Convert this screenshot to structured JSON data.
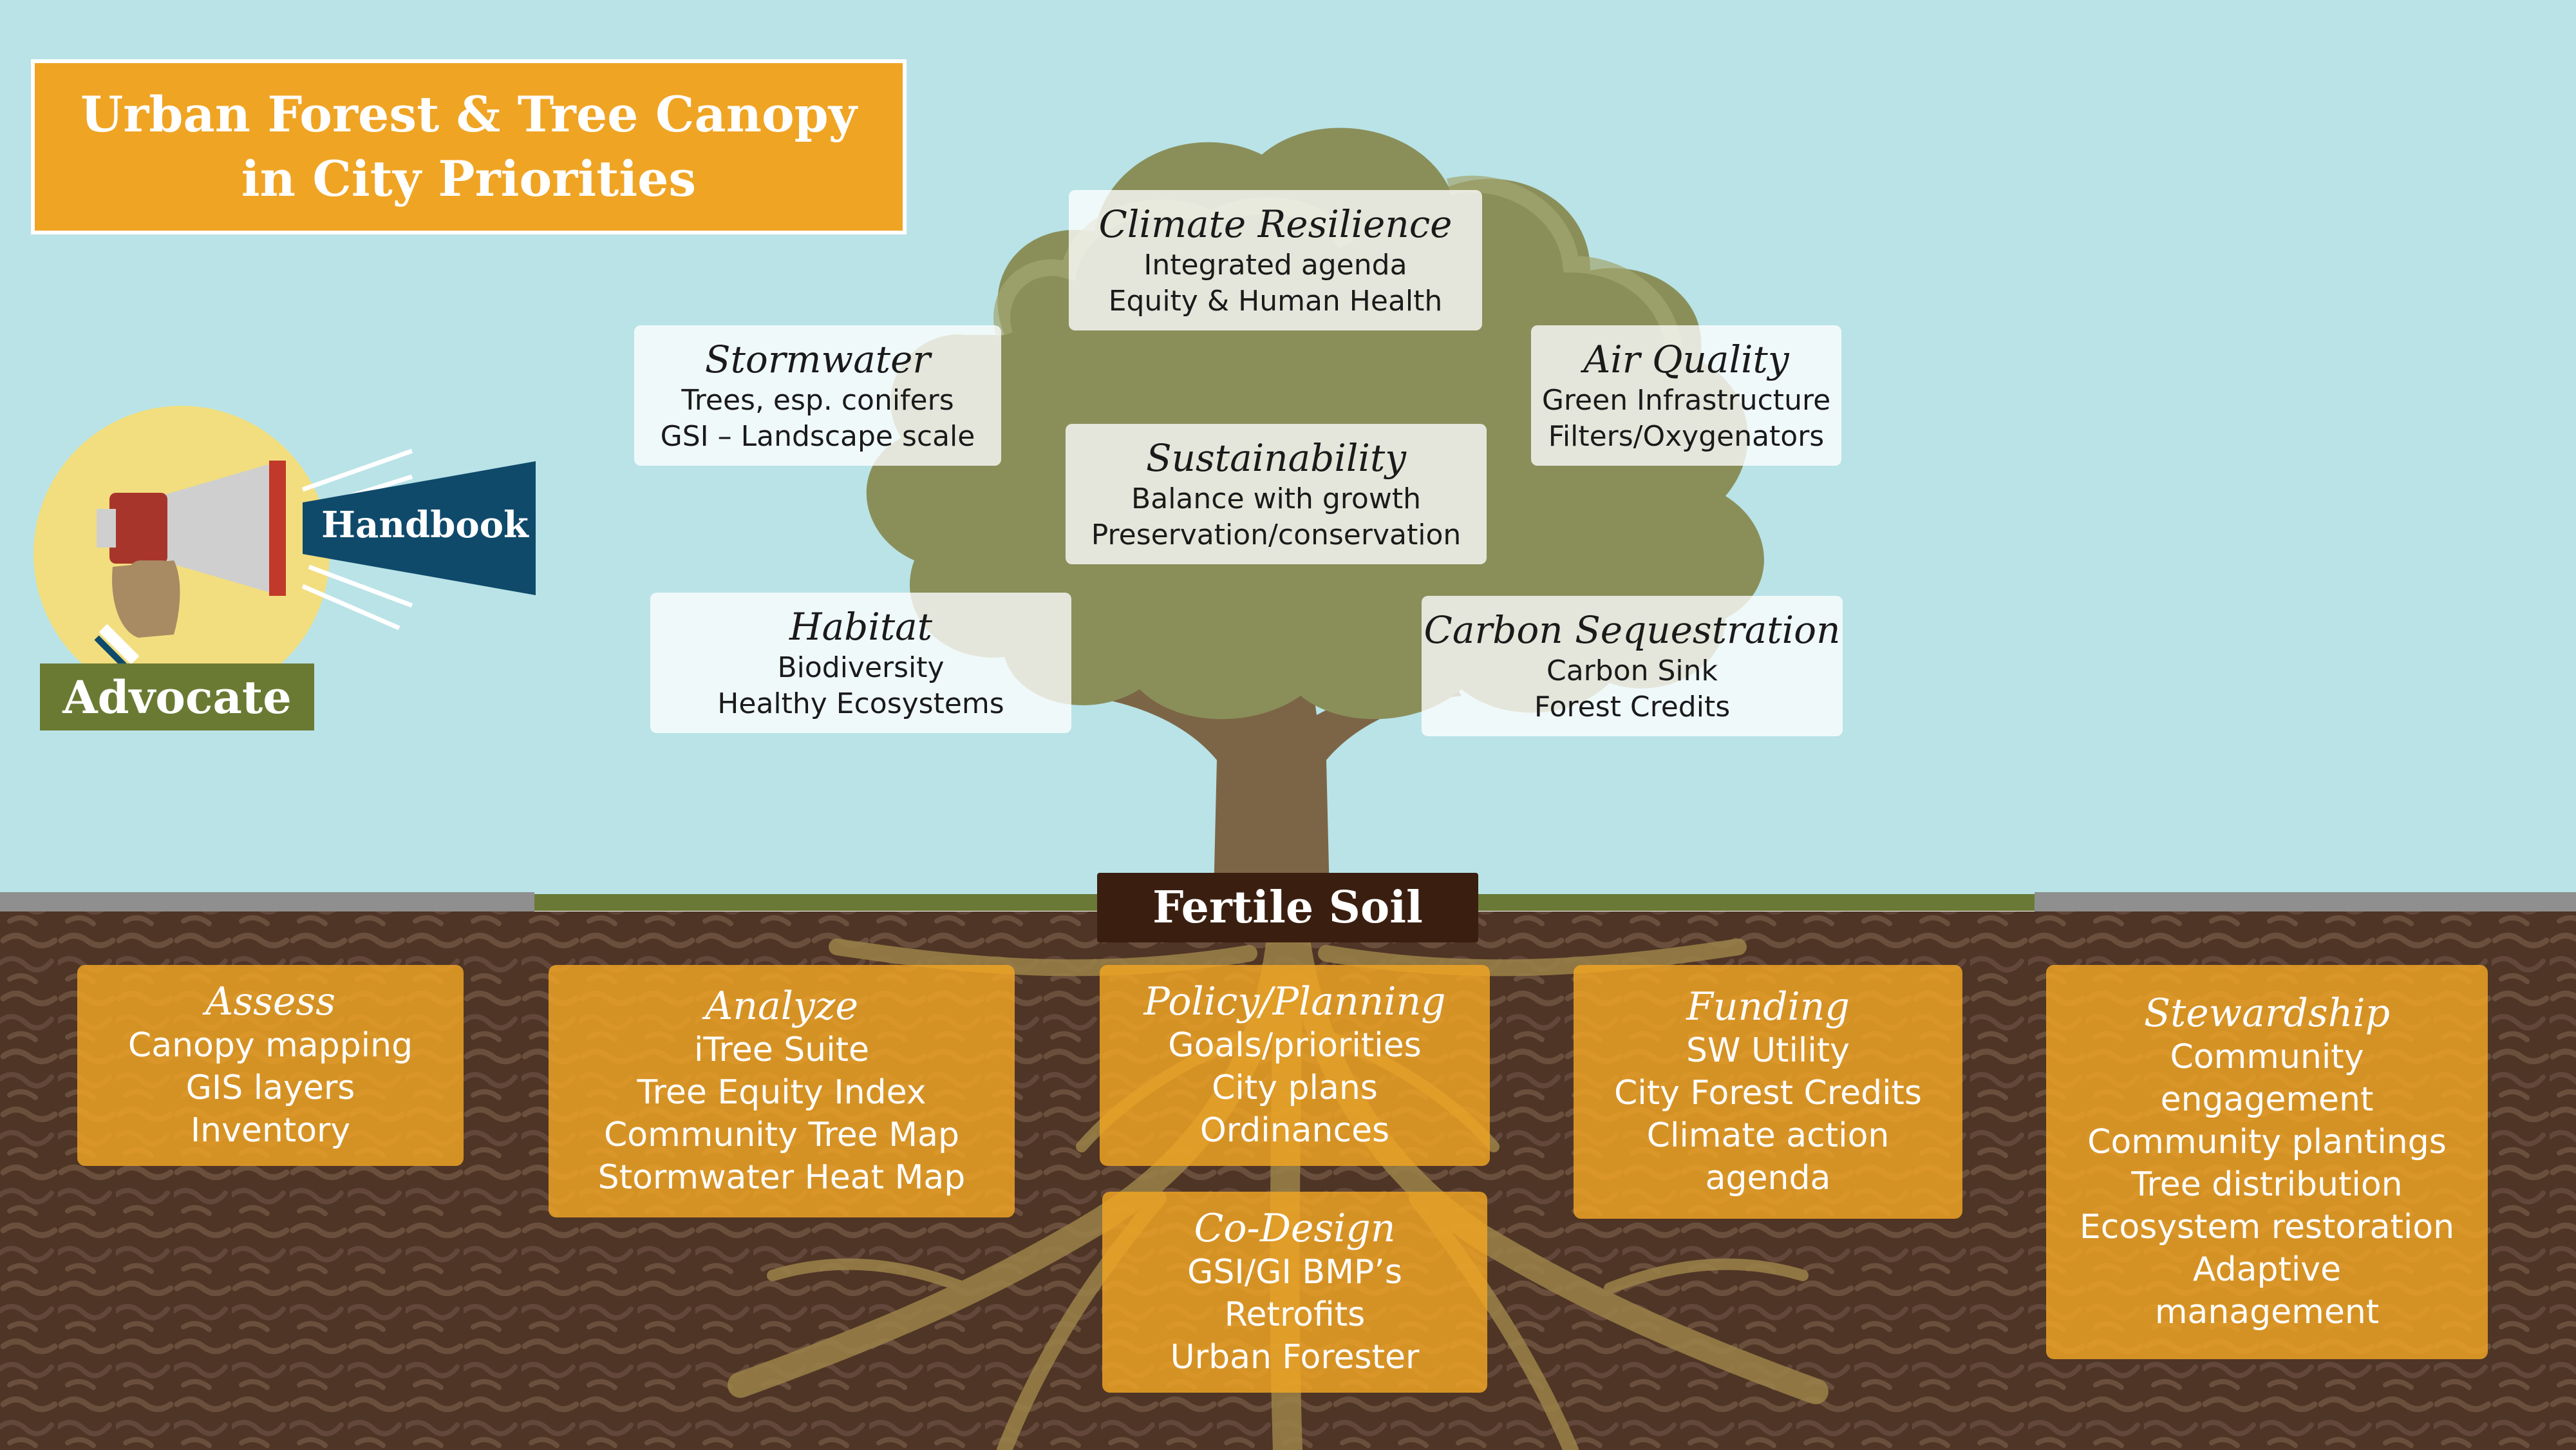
{
  "title": {
    "line1": "Urban Forest &  Tree Canopy",
    "line2": "in City Priorities"
  },
  "advocate": {
    "badge_label": "Advocate",
    "megaphone_label": "Handbook"
  },
  "canopy_cards": [
    {
      "title": "Climate Resilience",
      "lines": [
        "Integrated agenda",
        "Equity & Human Health"
      ]
    },
    {
      "title": "Stormwater",
      "lines": [
        "Trees, esp. conifers",
        "GSI – Landscape scale"
      ]
    },
    {
      "title": "Air Quality",
      "lines": [
        "Green Infrastructure",
        "Filters/Oxygenators"
      ]
    },
    {
      "title": "Sustainability",
      "lines": [
        "Balance with growth",
        "Preservation/conservation"
      ]
    },
    {
      "title": "Habitat",
      "lines": [
        "Biodiversity",
        "Healthy Ecosystems"
      ]
    },
    {
      "title": "Carbon Sequestration",
      "lines": [
        "Carbon Sink",
        "Forest Credits"
      ]
    }
  ],
  "soil_label": "Fertile Soil",
  "root_cards": [
    {
      "title": "Assess",
      "lines": [
        "Canopy mapping",
        "GIS layers",
        "Inventory"
      ]
    },
    {
      "title": "Analyze",
      "lines": [
        "iTree Suite",
        "Tree Equity Index",
        "Community Tree Map",
        "Stormwater Heat Map"
      ]
    },
    {
      "title": "Policy/Planning",
      "lines": [
        "Goals/priorities",
        "City plans",
        "Ordinances"
      ]
    },
    {
      "title": "Co-Design",
      "lines": [
        "GSI/GI BMP’s",
        "Retrofits",
        "Urban Forester"
      ]
    },
    {
      "title": "Funding",
      "lines": [
        "SW Utility",
        "City Forest Credits",
        "Climate action",
        "agenda"
      ]
    },
    {
      "title": "Stewardship",
      "lines": [
        "Community",
        "engagement",
        "Community plantings",
        "Tree distribution",
        "Ecosystem restoration",
        "Adaptive",
        "management"
      ]
    }
  ],
  "colors": {
    "sky": "#B9E3E7",
    "soil": "#4E3526",
    "canopy": "#8A8F5A",
    "trunk": "#7C6546",
    "accent_orange": "#F0A424",
    "grass": "#6A7A36",
    "megaphone_banner": "#0F4A6B"
  }
}
